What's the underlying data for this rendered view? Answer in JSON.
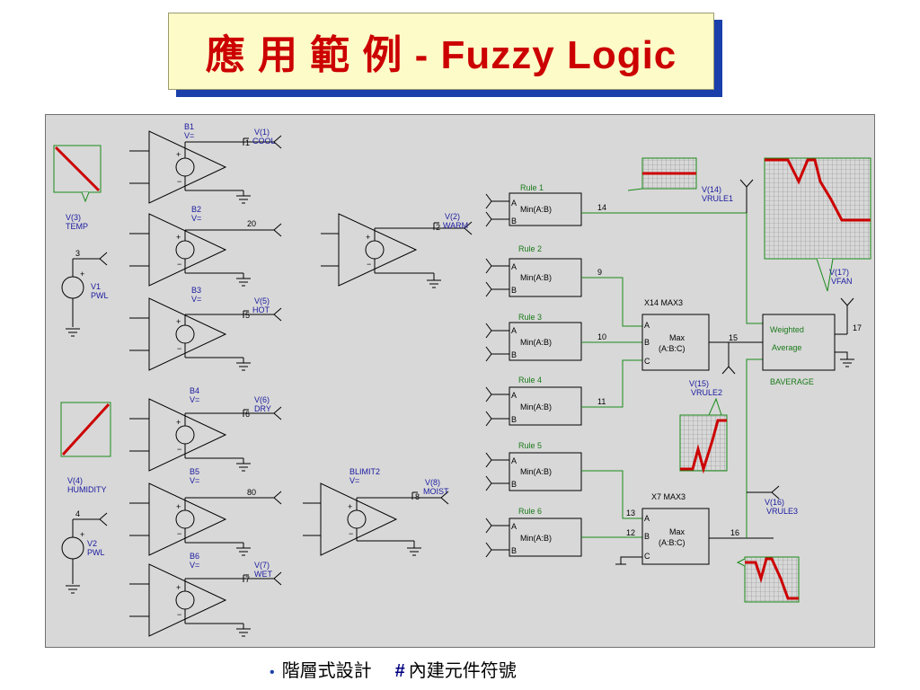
{
  "title": "應 用 範 例 - Fuzzy Logic",
  "footer": {
    "bullet_text": "階層式設計",
    "hash": "#",
    "hash_text": "內建元件符號"
  },
  "sources": [
    {
      "name": "V(3)",
      "sub": "TEMP",
      "node": "3",
      "label": "V1",
      "label2": "PWL"
    },
    {
      "name": "V(4)",
      "sub": "HUMIDITY",
      "node": "4",
      "label": "V2",
      "label2": "PWL"
    }
  ],
  "comparators": [
    {
      "id": "B1",
      "eq": "V=",
      "node": "1",
      "out": "V(1)",
      "out2": "COOL"
    },
    {
      "id": "B2",
      "eq": "V=",
      "node": "20",
      "out": "",
      "out2": ""
    },
    {
      "id": "B3",
      "eq": "V=",
      "node": "5",
      "out": "V(5)",
      "out2": "HOT"
    },
    {
      "id": "B4",
      "eq": "V=",
      "node": "6",
      "out": "V(6)",
      "out2": "DRY"
    },
    {
      "id": "B5",
      "eq": "V=",
      "node": "80",
      "out": "",
      "out2": ""
    },
    {
      "id": "B6",
      "eq": "V=",
      "node": "7",
      "out": "V(7)",
      "out2": "WET"
    }
  ],
  "middle": [
    {
      "id": "",
      "eq": "",
      "node": "2",
      "out": "V(2)",
      "out2": "WARM"
    },
    {
      "id": "BLIMIT2",
      "eq": "V=",
      "node": "8",
      "out": "V(8)",
      "out2": "MOIST"
    }
  ],
  "rules": [
    {
      "label": "Rule 1",
      "fn": "Min(A:B)",
      "node": "14"
    },
    {
      "label": "Rule 2",
      "fn": "Min(A:B)",
      "node": "9"
    },
    {
      "label": "Rule 3",
      "fn": "Min(A:B)",
      "node": "10"
    },
    {
      "label": "Rule 4",
      "fn": "Min(A:B)",
      "node": "11"
    },
    {
      "label": "Rule 5",
      "fn": "Min(A:B)",
      "node": "13"
    },
    {
      "label": "Rule 6",
      "fn": "Min(A:B)",
      "node": "12"
    }
  ],
  "max_blocks": [
    {
      "id": "X14 MAX3",
      "fn1": "Max",
      "fn2": "(A:B:C)",
      "node": "15"
    },
    {
      "id": "X7 MAX3",
      "fn1": "Max",
      "fn2": "(A:B:C)",
      "node": "16"
    }
  ],
  "weighted": {
    "line1": "Weighted",
    "line2": "Average",
    "name": "BAVERAGE",
    "node": "17"
  },
  "probes": [
    {
      "name": "V(14)",
      "sub": "VRULE1"
    },
    {
      "name": "V(15)",
      "sub": "VRULE2"
    },
    {
      "name": "V(16)",
      "sub": "VRULE3"
    },
    {
      "name": "V(17)",
      "sub": "VFAN"
    }
  ],
  "pins": {
    "a": "A",
    "b": "B",
    "c": "C"
  },
  "colors": {
    "title": "#cc0000",
    "wire_green": "#1a8a1a",
    "wave_red": "#cc0000",
    "label_blue": "#1a1aa0"
  }
}
